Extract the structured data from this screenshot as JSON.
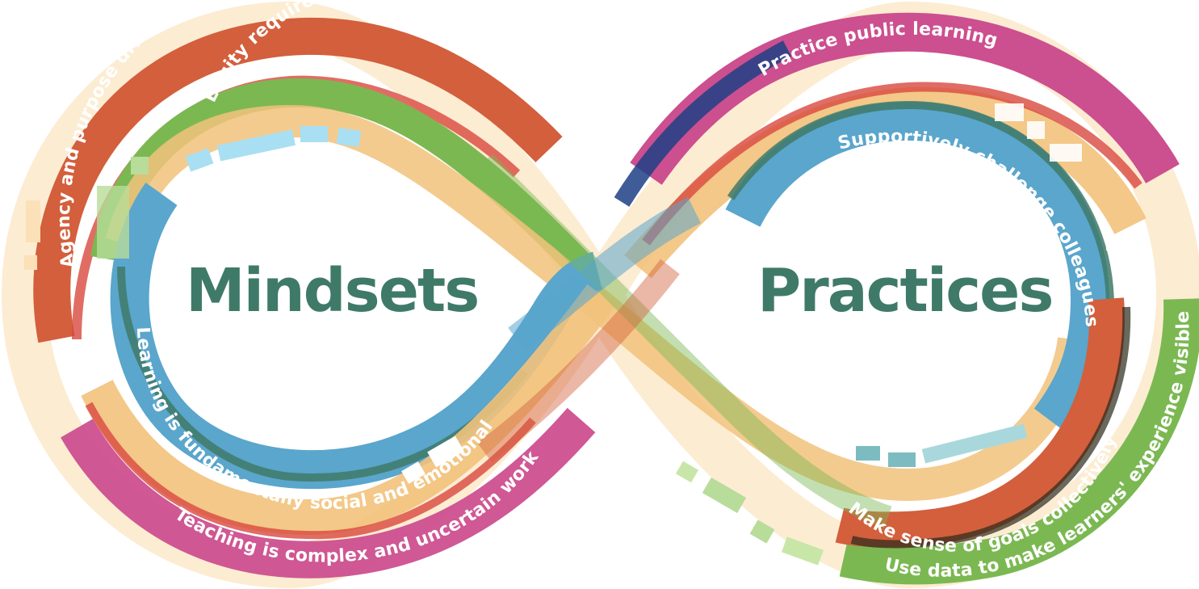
{
  "diagram": {
    "left_title": "Mindsets",
    "right_title": "Practices",
    "mindsets": [
      "Agency and purpose drive curiosity and deep learning",
      "Equity requires questioning assumptions",
      "Learning is fundamentally social and emotional",
      "Teaching is complex and uncertain work"
    ],
    "practices": [
      "Practice public learning",
      "Supportively challenge colleagues",
      "Make sense of goals collectively",
      "Use data to make learners' experience visible"
    ]
  },
  "colors": {
    "orange": "#d35f3c",
    "green": "#7bb852",
    "blue": "#5aa6cc",
    "magenta": "#cc4f8f",
    "peach": "#f2c27b",
    "dark_green": "#3f7a68",
    "navy": "#1e3f86",
    "cream": "#fbe9c9"
  }
}
